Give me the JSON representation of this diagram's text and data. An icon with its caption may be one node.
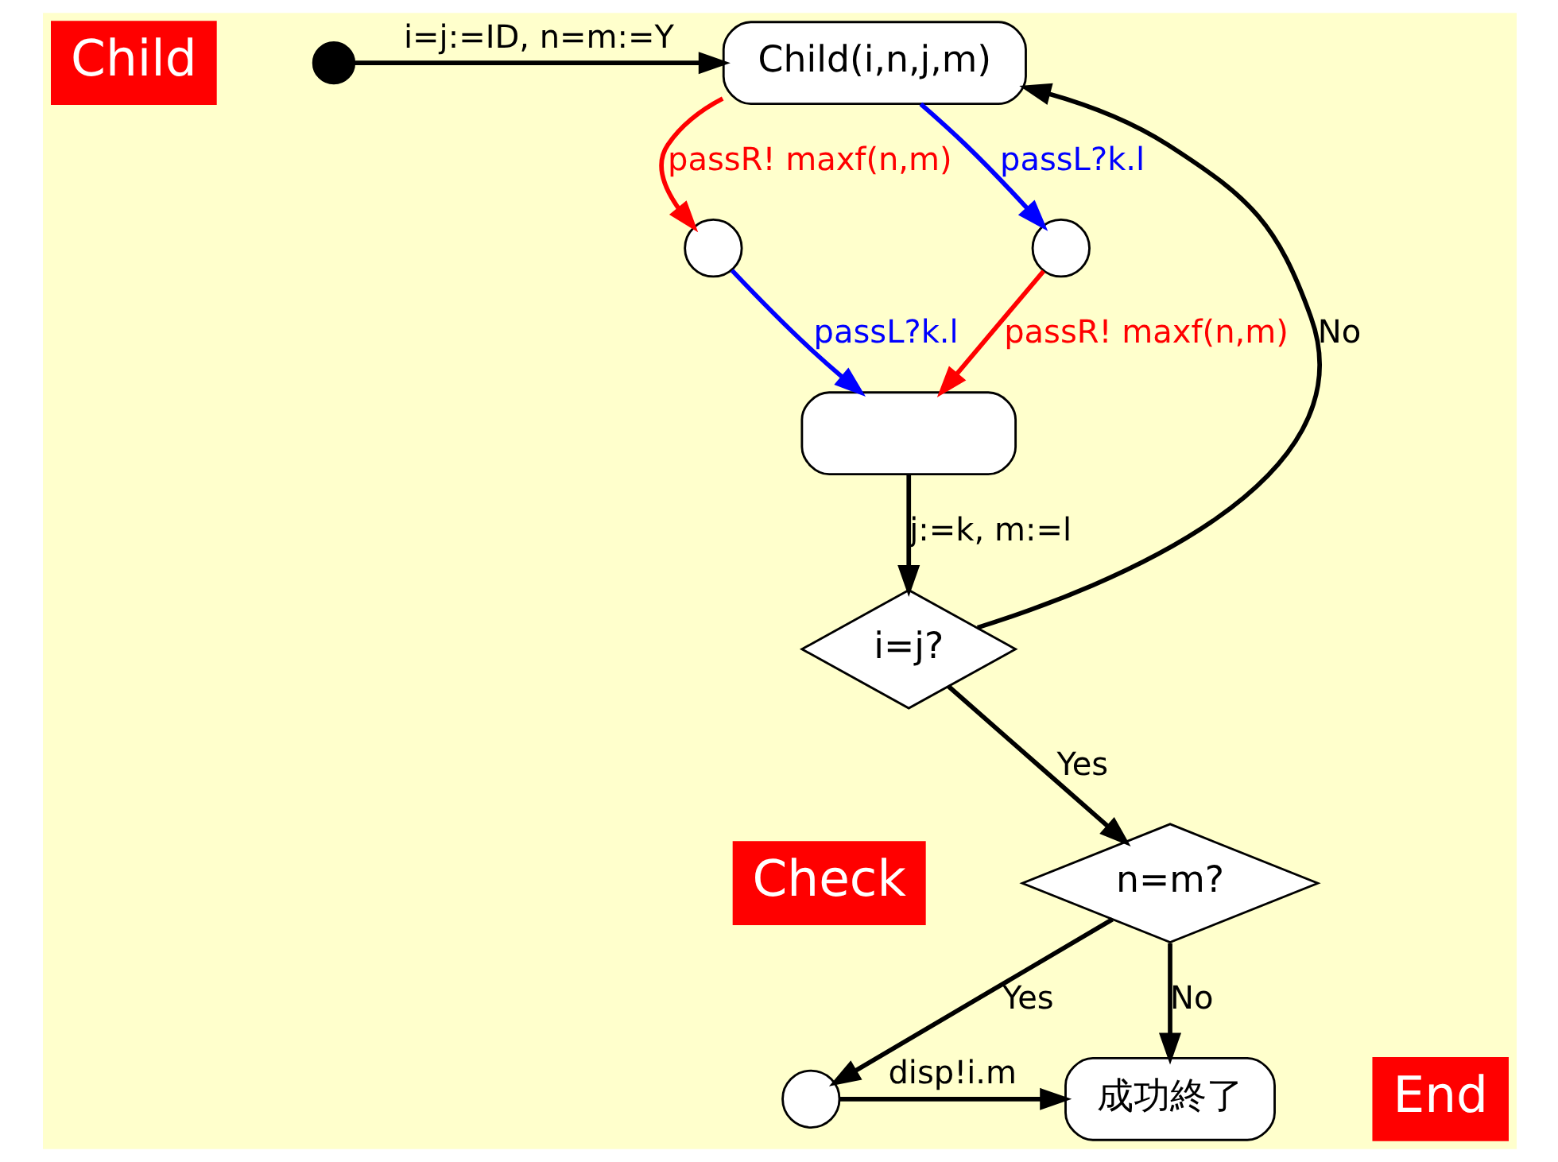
{
  "diagram": {
    "nodes": [
      {
        "text": [
          "Child"
        ]
      },
      {
        "text": [
          "Child(i,n,j,m)"
        ]
      },
      {
        "text": [],
        "shape": "circle"
      },
      {
        "text": [],
        "shape": "circle"
      },
      {
        "text": [],
        "shape": "circle"
      },
      {
        "text": [],
        "shape": "box"
      },
      {
        "text": [
          "i=j?"
        ]
      },
      {
        "text": [
          "Check"
        ]
      },
      {
        "text": [
          "n=m?"
        ]
      },
      {
        "text": [],
        "shape": "circle"
      },
      {
        "text": [
          "成功終了"
        ]
      },
      {
        "text": [
          "End"
        ]
      }
    ],
    "edges": [
      {
        "from": 2,
        "to": 1,
        "arrow": "to",
        "label": "i=j:=ID, n=m:=Y"
      },
      {
        "from": 1,
        "to": 3,
        "arrow": "to",
        "label": "passR! maxf(n,m)",
        "color": "#ff0000"
      },
      {
        "from": 1,
        "to": 4,
        "arrow": "to",
        "label": "passL?k.l",
        "color": "#0000ff"
      },
      {
        "from": 3,
        "to": 5,
        "arrow": "to",
        "label": "passL?k.l",
        "color": "#0000ff"
      },
      {
        "from": 4,
        "to": 5,
        "arrow": "to",
        "label": "passR! maxf(n,m)",
        "color": "#ff0000"
      },
      {
        "from": 5,
        "to": 6,
        "arrow": "to",
        "label": "j:=k, m:=l"
      },
      {
        "from": 6,
        "to": 1,
        "arrow": "to",
        "label": "No"
      },
      {
        "from": 6,
        "to": 8,
        "arrow": "to",
        "label": "Yes"
      },
      {
        "from": 8,
        "to": 9,
        "arrow": "to",
        "label": "Yes"
      },
      {
        "from": 9,
        "to": 10,
        "arrow": "to",
        "label": "disp!i.m"
      },
      {
        "from": 8,
        "to": 10,
        "arrow": "to",
        "label": "No"
      }
    ]
  }
}
